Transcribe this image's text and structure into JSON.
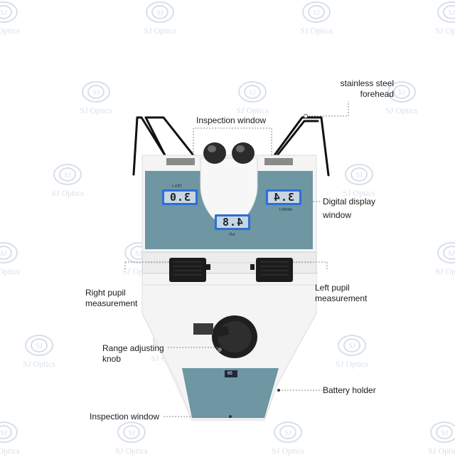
{
  "watermark": {
    "brand_text": "SJ Optics",
    "color": "#8fa6c4"
  },
  "device": {
    "body_color": "#f4f4f4",
    "panel_color": "#6e96a3",
    "lcd_frame_color": "#2d6fd8",
    "lcd_screen_color": "#c9d6e0",
    "display_left": {
      "label": "LEFT",
      "reading": "3.0",
      "mirrored": true
    },
    "display_right": {
      "label": "RIGHT",
      "reading": "3.4",
      "mirrored": true
    },
    "display_pd": {
      "label": "PD",
      "reading": "4.8",
      "mirrored": true
    },
    "lower_badge": "65"
  },
  "callouts": {
    "forehead": "stainless steel\nforehead",
    "inspection_window_top": "Inspection window",
    "digital_display_line1": "Digital display",
    "digital_display_line2": "window",
    "right_pupil": "Right pupil\nmeasurement",
    "left_pupil": "Left pupil\nmeasurement",
    "range_knob": "Range adjusting\nknob",
    "battery_holder": "Battery holder",
    "inspection_window_bottom": "Inspection window"
  }
}
